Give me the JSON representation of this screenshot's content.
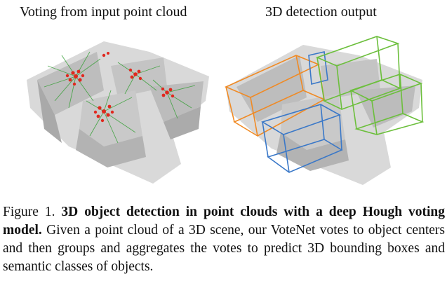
{
  "panels": {
    "left_title": "Voting from input point cloud",
    "right_title": "3D detection output"
  },
  "caption": {
    "label": "Figure 1.",
    "bold": "3D object detection in point clouds with a deep Hough voting model.",
    "text": "Given a point cloud of a 3D scene, our VoteNet votes to object centers and then groups and aggregates the votes to predict 3D bounding boxes and semantic classes of objects."
  },
  "colors": {
    "vote_lines": "#3aa03a",
    "vote_points": "#e0281e",
    "box_orange": "#f08a24",
    "box_blue": "#3a78c8",
    "box_green": "#6cbf3c",
    "cloud": "#c8c8c8"
  }
}
